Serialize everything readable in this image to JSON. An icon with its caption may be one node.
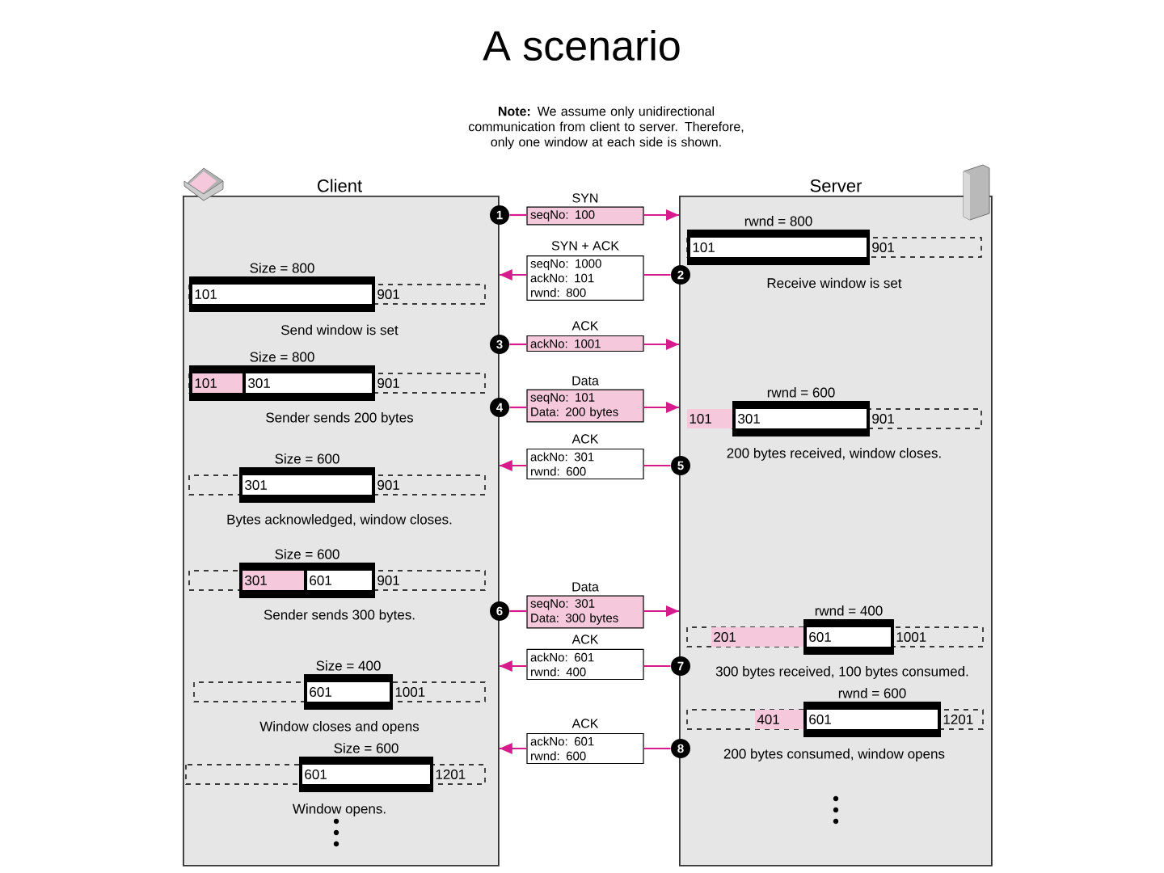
{
  "diagram": {
    "title": "A scenario",
    "nodes": [
      {
        "text": [
          "Client"
        ]
      },
      {
        "text": [
          "Server"
        ]
      },
      {
        "text": [
          "1"
        ]
      },
      {
        "text": [
          "SYN",
          "seqNo: 100"
        ]
      },
      {
        "text": [
          "2"
        ]
      },
      {
        "text": [
          "SYN + ACK",
          "seqNo: 1000",
          "ackNo: 101",
          "rwnd: 800"
        ]
      },
      {
        "text": [
          "3"
        ]
      },
      {
        "text": [
          "ACK",
          "ackNo: 1001"
        ]
      },
      {
        "text": [
          "4"
        ]
      },
      {
        "text": [
          "Data",
          "seqNo: 101",
          "Data: 200 bytes"
        ]
      },
      {
        "text": [
          "5"
        ]
      },
      {
        "text": [
          "ACK",
          "ackNo: 301",
          "rwnd: 600"
        ]
      },
      {
        "text": [
          "6"
        ]
      },
      {
        "text": [
          "Data",
          "seqNo: 301",
          "Data: 300 bytes"
        ]
      },
      {
        "text": [
          "7"
        ]
      },
      {
        "text": [
          "ACK",
          "ackNo: 601",
          "rwnd: 400"
        ]
      },
      {
        "text": [
          "8"
        ]
      },
      {
        "text": [
          "ACK",
          "ackNo: 601",
          "rwnd: 600"
        ]
      }
    ],
    "edges": [
      {
        "from": 2,
        "to": 3,
        "arrow": "none"
      },
      {
        "from": 3,
        "to": 1,
        "arrow": "to"
      },
      {
        "from": 4,
        "to": 5,
        "arrow": "none"
      },
      {
        "from": 5,
        "to": 0,
        "arrow": "to"
      },
      {
        "from": 6,
        "to": 7,
        "arrow": "none"
      },
      {
        "from": 7,
        "to": 1,
        "arrow": "to"
      },
      {
        "from": 8,
        "to": 9,
        "arrow": "none"
      },
      {
        "from": 9,
        "to": 1,
        "arrow": "to"
      },
      {
        "from": 10,
        "to": 11,
        "arrow": "none"
      },
      {
        "from": 11,
        "to": 0,
        "arrow": "to"
      },
      {
        "from": 12,
        "to": 13,
        "arrow": "none"
      },
      {
        "from": 13,
        "to": 1,
        "arrow": "to"
      },
      {
        "from": 14,
        "to": 15,
        "arrow": "none"
      },
      {
        "from": 15,
        "to": 0,
        "arrow": "to"
      },
      {
        "from": 16,
        "to": 17,
        "arrow": "none"
      },
      {
        "from": 17,
        "to": 0,
        "arrow": "to"
      }
    ],
    "labels": [
      "**Note:** We assume only unidirectional communication from client to server. Therefore, only one window at each side is shown.",
      "Size = 800",
      "101",
      "901",
      "Send window is set",
      "Size = 800",
      "101",
      "301",
      "901",
      "Sender sends 200 bytes",
      "Size = 600",
      "301",
      "901",
      "Bytes acknowledged, window closes.",
      "Size = 600",
      "301",
      "601",
      "901",
      "Sender sends 300 bytes.",
      "Size = 400",
      "601",
      "1001",
      "Window closes and opens",
      "Size = 600",
      "601",
      "1201",
      "Window opens.",
      "rwnd = 800",
      "101",
      "901",
      "Receive window is set",
      "rwnd = 600",
      "101",
      "301",
      "901",
      "200 bytes received, window closes.",
      "rwnd = 400",
      "201",
      "601",
      "1001",
      "300 bytes received, 100 bytes consumed.",
      "rwnd = 600",
      "401",
      "601",
      "1201",
      "200 bytes consumed, window opens"
    ]
  }
}
